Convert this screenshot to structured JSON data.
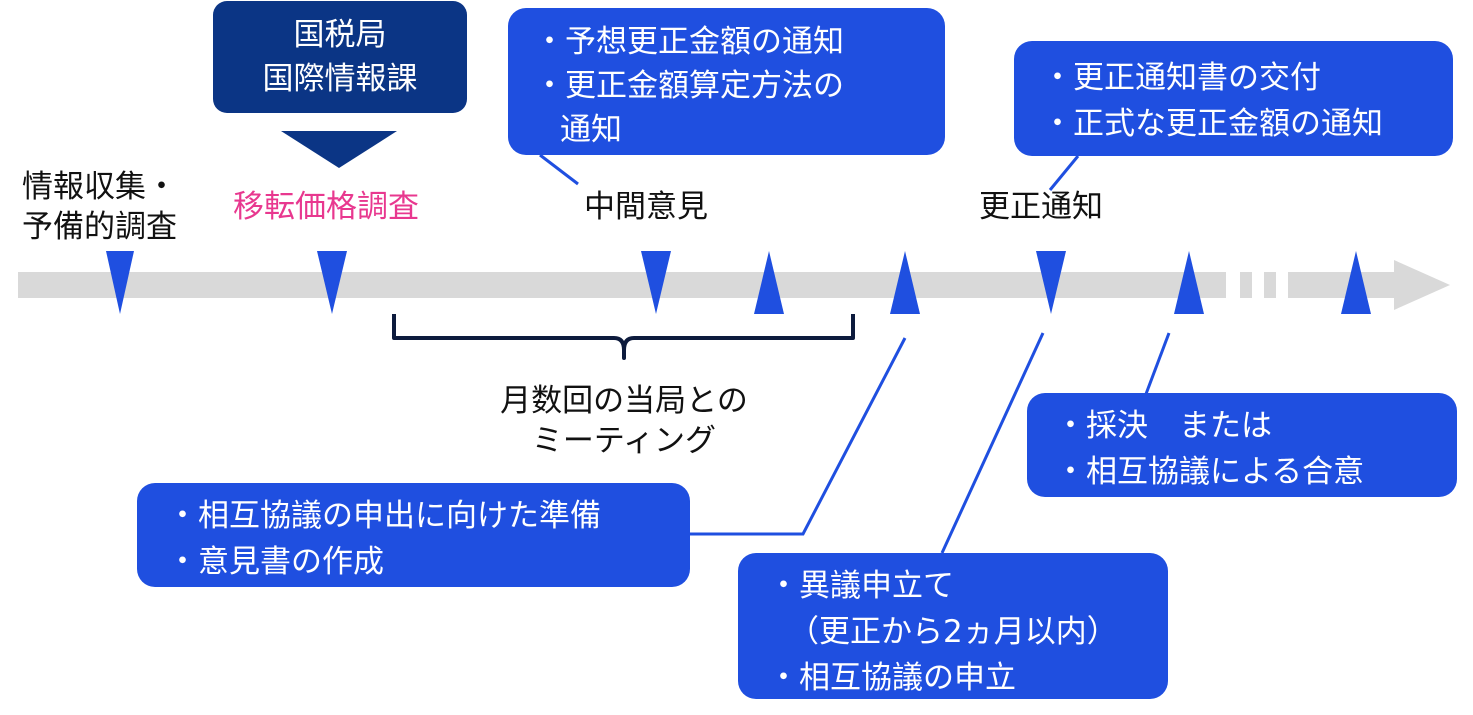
{
  "colors": {
    "arrow_shaft": "#d9d9d9",
    "marker": "#1f4fe0",
    "box_blue": "#1f4fe0",
    "box_navy": "#0b3585",
    "pointer_navy": "#0b3585",
    "connector": "#1f4fe0",
    "brace": "#0d1b3d",
    "highlight_pink": "#e8388f",
    "text_dark": "#111111",
    "text_white": "#ffffff"
  },
  "labels": {
    "info_collection_line1": "情報収集・",
    "info_collection_line2": "予備的調査",
    "transfer_pricing_audit": "移転価格調査",
    "interim_opinion": "中間意見",
    "correction_notice": "更正通知",
    "meetings_line1": "月数回の当局との",
    "meetings_line2": "ミーティング"
  },
  "boxes": {
    "tax_bureau": {
      "line1": "国税局",
      "line2": "国際情報課"
    },
    "interim_notice": {
      "line1": "・予想更正金額の通知",
      "line2": "・更正金額算定方法の",
      "line3": "通知"
    },
    "correction_delivery": {
      "line1": "・更正通知書の交付",
      "line2": "・正式な更正金額の通知"
    },
    "decision": {
      "line1": "・採決　または",
      "line2": "・相互協議による合意"
    },
    "preparation": {
      "line1": "・相互協議の申出に向けた準備",
      "line2": "・意見書の作成"
    },
    "objection": {
      "line1": "・異議申立て",
      "line2": "（更正から2ヵ月以内）",
      "line3": "・相互協議の申立"
    }
  }
}
